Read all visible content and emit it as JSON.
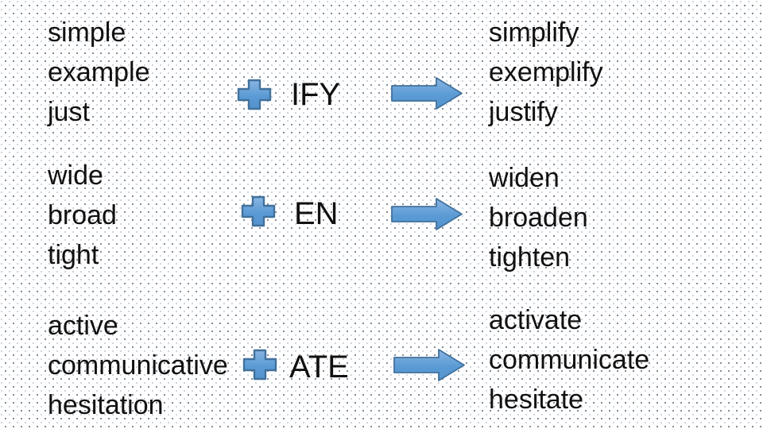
{
  "rows": [
    {
      "base_words": [
        "simple",
        "example",
        "just"
      ],
      "suffix": "IFY",
      "derived_words": [
        "simplify",
        "exemplify",
        "justify"
      ]
    },
    {
      "base_words": [
        "wide",
        "broad",
        "tight"
      ],
      "suffix": "EN",
      "derived_words": [
        "widen",
        "broaden",
        "tighten"
      ]
    },
    {
      "base_words": [
        "active",
        "communicative",
        "hesitation"
      ],
      "suffix": "ATE",
      "derived_words": [
        "activate",
        "communicate",
        "hesitate"
      ]
    }
  ],
  "icons": {
    "plus": "plus-icon",
    "arrow": "right-arrow-icon"
  },
  "colors": {
    "shape_fill": "#5B9BD5",
    "shape_fill_light": "#8AB5E2",
    "shape_border": "#41719C",
    "text": "#111111",
    "background": "#FFFFFF",
    "dot_dark": "#848D96",
    "dot_light": "#CCD6DF"
  }
}
